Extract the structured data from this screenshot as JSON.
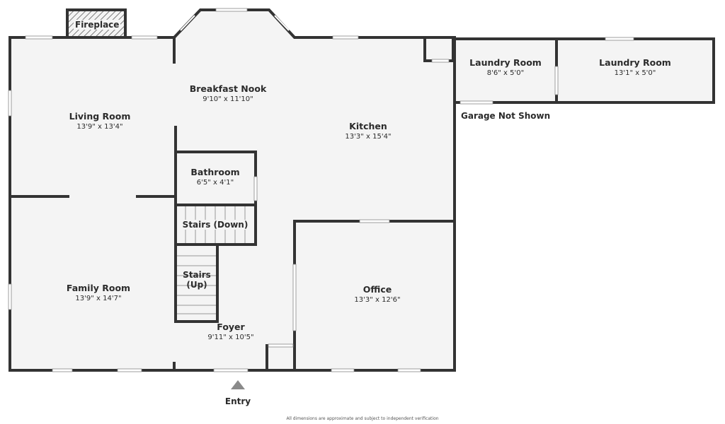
{
  "rooms": {
    "living": {
      "name": "Living Room",
      "dim": "13'9\" x 13'4\""
    },
    "breakfast": {
      "name": "Breakfast Nook",
      "dim": "9'10\" x 11'10\""
    },
    "kitchen": {
      "name": "Kitchen",
      "dim": "13'3\" x 15'4\""
    },
    "bathroom": {
      "name": "Bathroom",
      "dim": "6'5\" x 4'1\""
    },
    "family": {
      "name": "Family Room",
      "dim": "13'9\" x 14'7\""
    },
    "office": {
      "name": "Office",
      "dim": "13'3\" x 12'6\""
    },
    "foyer": {
      "name": "Foyer",
      "dim": "9'11\" x 10'5\""
    },
    "laundry1": {
      "name": "Laundry Room",
      "dim": "8'6\" x 5'0\""
    },
    "laundry2": {
      "name": "Laundry Room",
      "dim": "13'1\" x 5'0\""
    }
  },
  "features": {
    "fireplace": "Fireplace",
    "stairs_down": "Stairs (Down)",
    "stairs_up_line1": "Stairs",
    "stairs_up_line2": "(Up)"
  },
  "notes": {
    "garage": "Garage Not Shown",
    "entry": "Entry",
    "disclaimer": "All dimensions are approximate and subject to independent verification"
  },
  "colors": {
    "wall": "#333333",
    "floor": "#f4f4f4",
    "window": "#ffffff"
  }
}
